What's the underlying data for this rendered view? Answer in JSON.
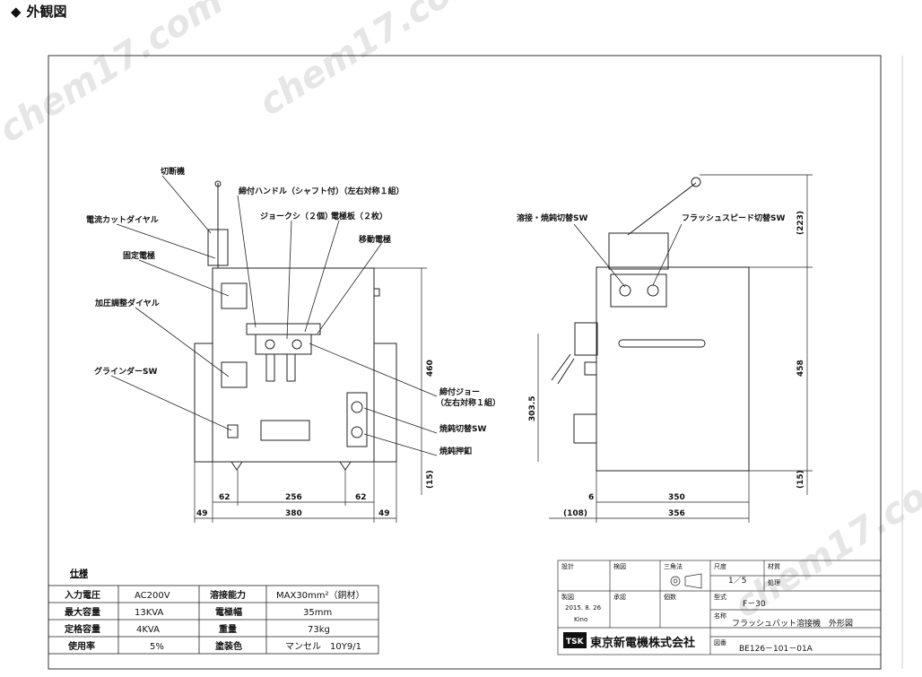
{
  "header": {
    "mark": "◆",
    "title": "外観図"
  },
  "watermark": "chem17.com",
  "callouts": {
    "cutter": "切断機",
    "current_dial": "電流カットダイヤル",
    "fixed_electrode": "固定電極",
    "pressure_dial": "加圧調整ダイヤル",
    "grinder_sw": "グラインダーSW",
    "clamp_handle": "締付ハンドル（シャフト付）（左右対称１組）",
    "jaw_key": "ジョークシ（２個）",
    "electrode_plate": "電極板（２枚）",
    "moving_electrode": "移動電極",
    "clamp_jaw_1": "締付ジョー",
    "clamp_jaw_2": "（左右対称１組）",
    "anneal_sw": "焼鈍切替SW",
    "anneal_push": "焼鈍押釦",
    "weld_anneal_sw": "溶接・焼鈍切替SW",
    "flash_speed_sw": "フラッシュスピード切替SW"
  },
  "dimensions": {
    "front": [
      "62",
      "256",
      "62",
      "49",
      "380",
      "49",
      "460",
      "(15)"
    ],
    "side": [
      "303.5",
      "6",
      "350",
      "(108)",
      "356",
      "(223)",
      "458",
      "(15)"
    ]
  },
  "spec": {
    "title": "仕様",
    "rows": [
      [
        "入力電圧",
        "AC200V",
        "溶接能力",
        "MAX30mm²（銅材）"
      ],
      [
        "最大容量",
        "13KVA",
        "電極幅",
        "35mm"
      ],
      [
        "定格容量",
        "4KVA",
        "重量",
        "73kg"
      ],
      [
        "使用率",
        "5%",
        "塗装色",
        "マンセル　10Y9/1"
      ]
    ]
  },
  "titleblock": {
    "design": "設計",
    "check": "検図",
    "projection": "三角法",
    "scale_label": "尺度",
    "scale": "1／5",
    "material": "材質",
    "treatment": "処理",
    "drawn": "製図",
    "drawn_date": "2015. 8. 26",
    "drawn_by": "Kino",
    "approved": "承認",
    "qty": "個数",
    "model_label": "型式",
    "model": "F－30",
    "name_label": "名称",
    "name": "フラッシュバット溶接機　外形図",
    "company_logo": "TSK",
    "company": "東京新電機株式会社",
    "dwg_label": "図番",
    "dwg_no": "BE126－101－01A"
  }
}
